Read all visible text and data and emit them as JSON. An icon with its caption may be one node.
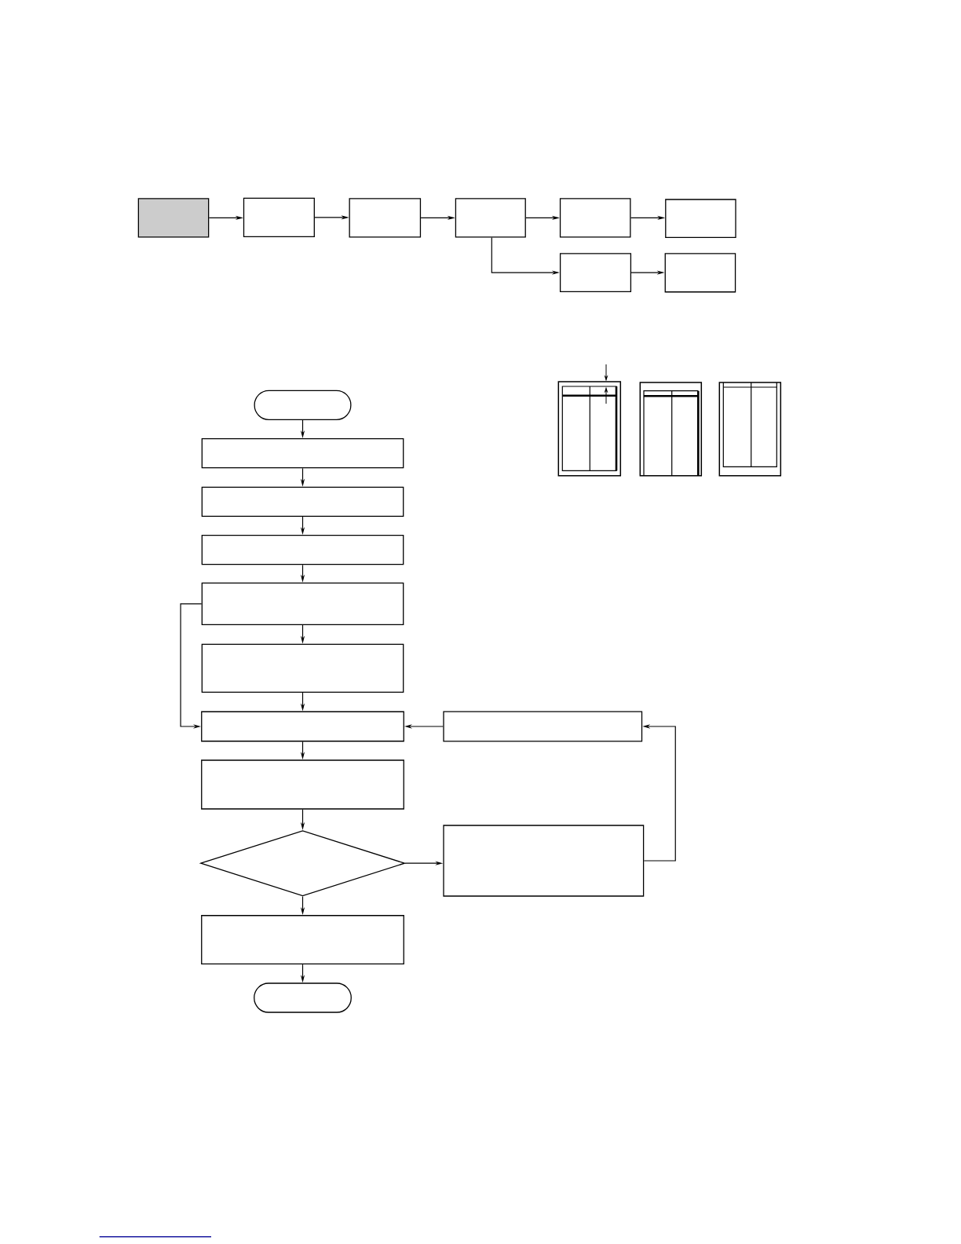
{
  "diagram": {
    "nodes": [
      {
        "text": [],
        "shape": "box"
      },
      {
        "text": [],
        "shape": "box"
      },
      {
        "text": [],
        "shape": "box"
      },
      {
        "text": [],
        "shape": "box"
      },
      {
        "text": [],
        "shape": "box"
      },
      {
        "text": [],
        "shape": "box"
      },
      {
        "text": [],
        "shape": "box"
      },
      {
        "text": [],
        "shape": "box"
      },
      {
        "text": [],
        "shape": "pill"
      },
      {
        "text": [],
        "shape": "box"
      },
      {
        "text": [],
        "shape": "box"
      },
      {
        "text": [],
        "shape": "box"
      },
      {
        "text": [],
        "shape": "box"
      },
      {
        "text": [],
        "shape": "box"
      },
      {
        "text": [],
        "shape": "box"
      },
      {
        "text": [],
        "shape": "box"
      },
      {
        "text": [],
        "shape": "box"
      },
      {
        "text": [],
        "shape": "diamond"
      },
      {
        "text": [],
        "shape": "box"
      },
      {
        "text": [],
        "shape": "box"
      },
      {
        "text": [],
        "shape": "pill"
      }
    ],
    "edges": [
      {
        "from": 0,
        "to": 1,
        "arrow": "to"
      },
      {
        "from": 1,
        "to": 2,
        "arrow": "to"
      },
      {
        "from": 2,
        "to": 3,
        "arrow": "to"
      },
      {
        "from": 3,
        "to": 4,
        "arrow": "to"
      },
      {
        "from": 4,
        "to": 5,
        "arrow": "to"
      },
      {
        "from": 3,
        "to": 6,
        "arrow": "to"
      },
      {
        "from": 6,
        "to": 7,
        "arrow": "to"
      },
      {
        "from": 8,
        "to": 9,
        "arrow": "to"
      },
      {
        "from": 9,
        "to": 10,
        "arrow": "to"
      },
      {
        "from": 10,
        "to": 11,
        "arrow": "to"
      },
      {
        "from": 11,
        "to": 12,
        "arrow": "to"
      },
      {
        "from": 12,
        "to": 13,
        "arrow": "to"
      },
      {
        "from": 13,
        "to": 14,
        "arrow": "to"
      },
      {
        "from": 12,
        "to": 14,
        "arrow": "to"
      },
      {
        "from": 14,
        "to": 16,
        "arrow": "to"
      },
      {
        "from": 16,
        "to": 17,
        "arrow": "to"
      },
      {
        "from": 17,
        "to": 19,
        "arrow": "to"
      },
      {
        "from": 19,
        "to": 20,
        "arrow": "to"
      },
      {
        "from": 17,
        "to": 18,
        "arrow": "to"
      },
      {
        "from": 18,
        "to": 15,
        "arrow": "to"
      },
      {
        "from": 15,
        "to": 14,
        "arrow": "to"
      }
    ]
  }
}
